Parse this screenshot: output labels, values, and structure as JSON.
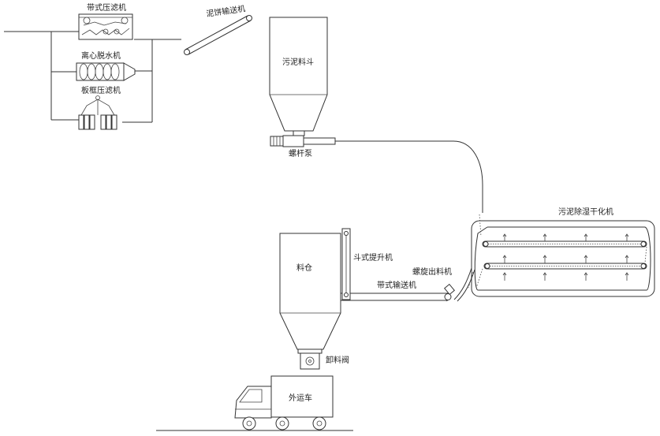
{
  "labels": {
    "belt_filter_press": "带式压滤机",
    "centrifuge": "离心脱水机",
    "plate_frame_press": "板框压滤机",
    "cake_conveyor": "泥饼输送机",
    "sludge_hopper": "污泥料斗",
    "screw_pump": "螺杆泵",
    "dryer": "污泥除湿干化机",
    "screw_discharger": "螺旋出料机",
    "bucket_elevator": "斗式提升机",
    "storage_bin": "料仓",
    "belt_conveyor": "带式输送机",
    "discharge_valve": "卸料阀",
    "truck": "外运车"
  }
}
